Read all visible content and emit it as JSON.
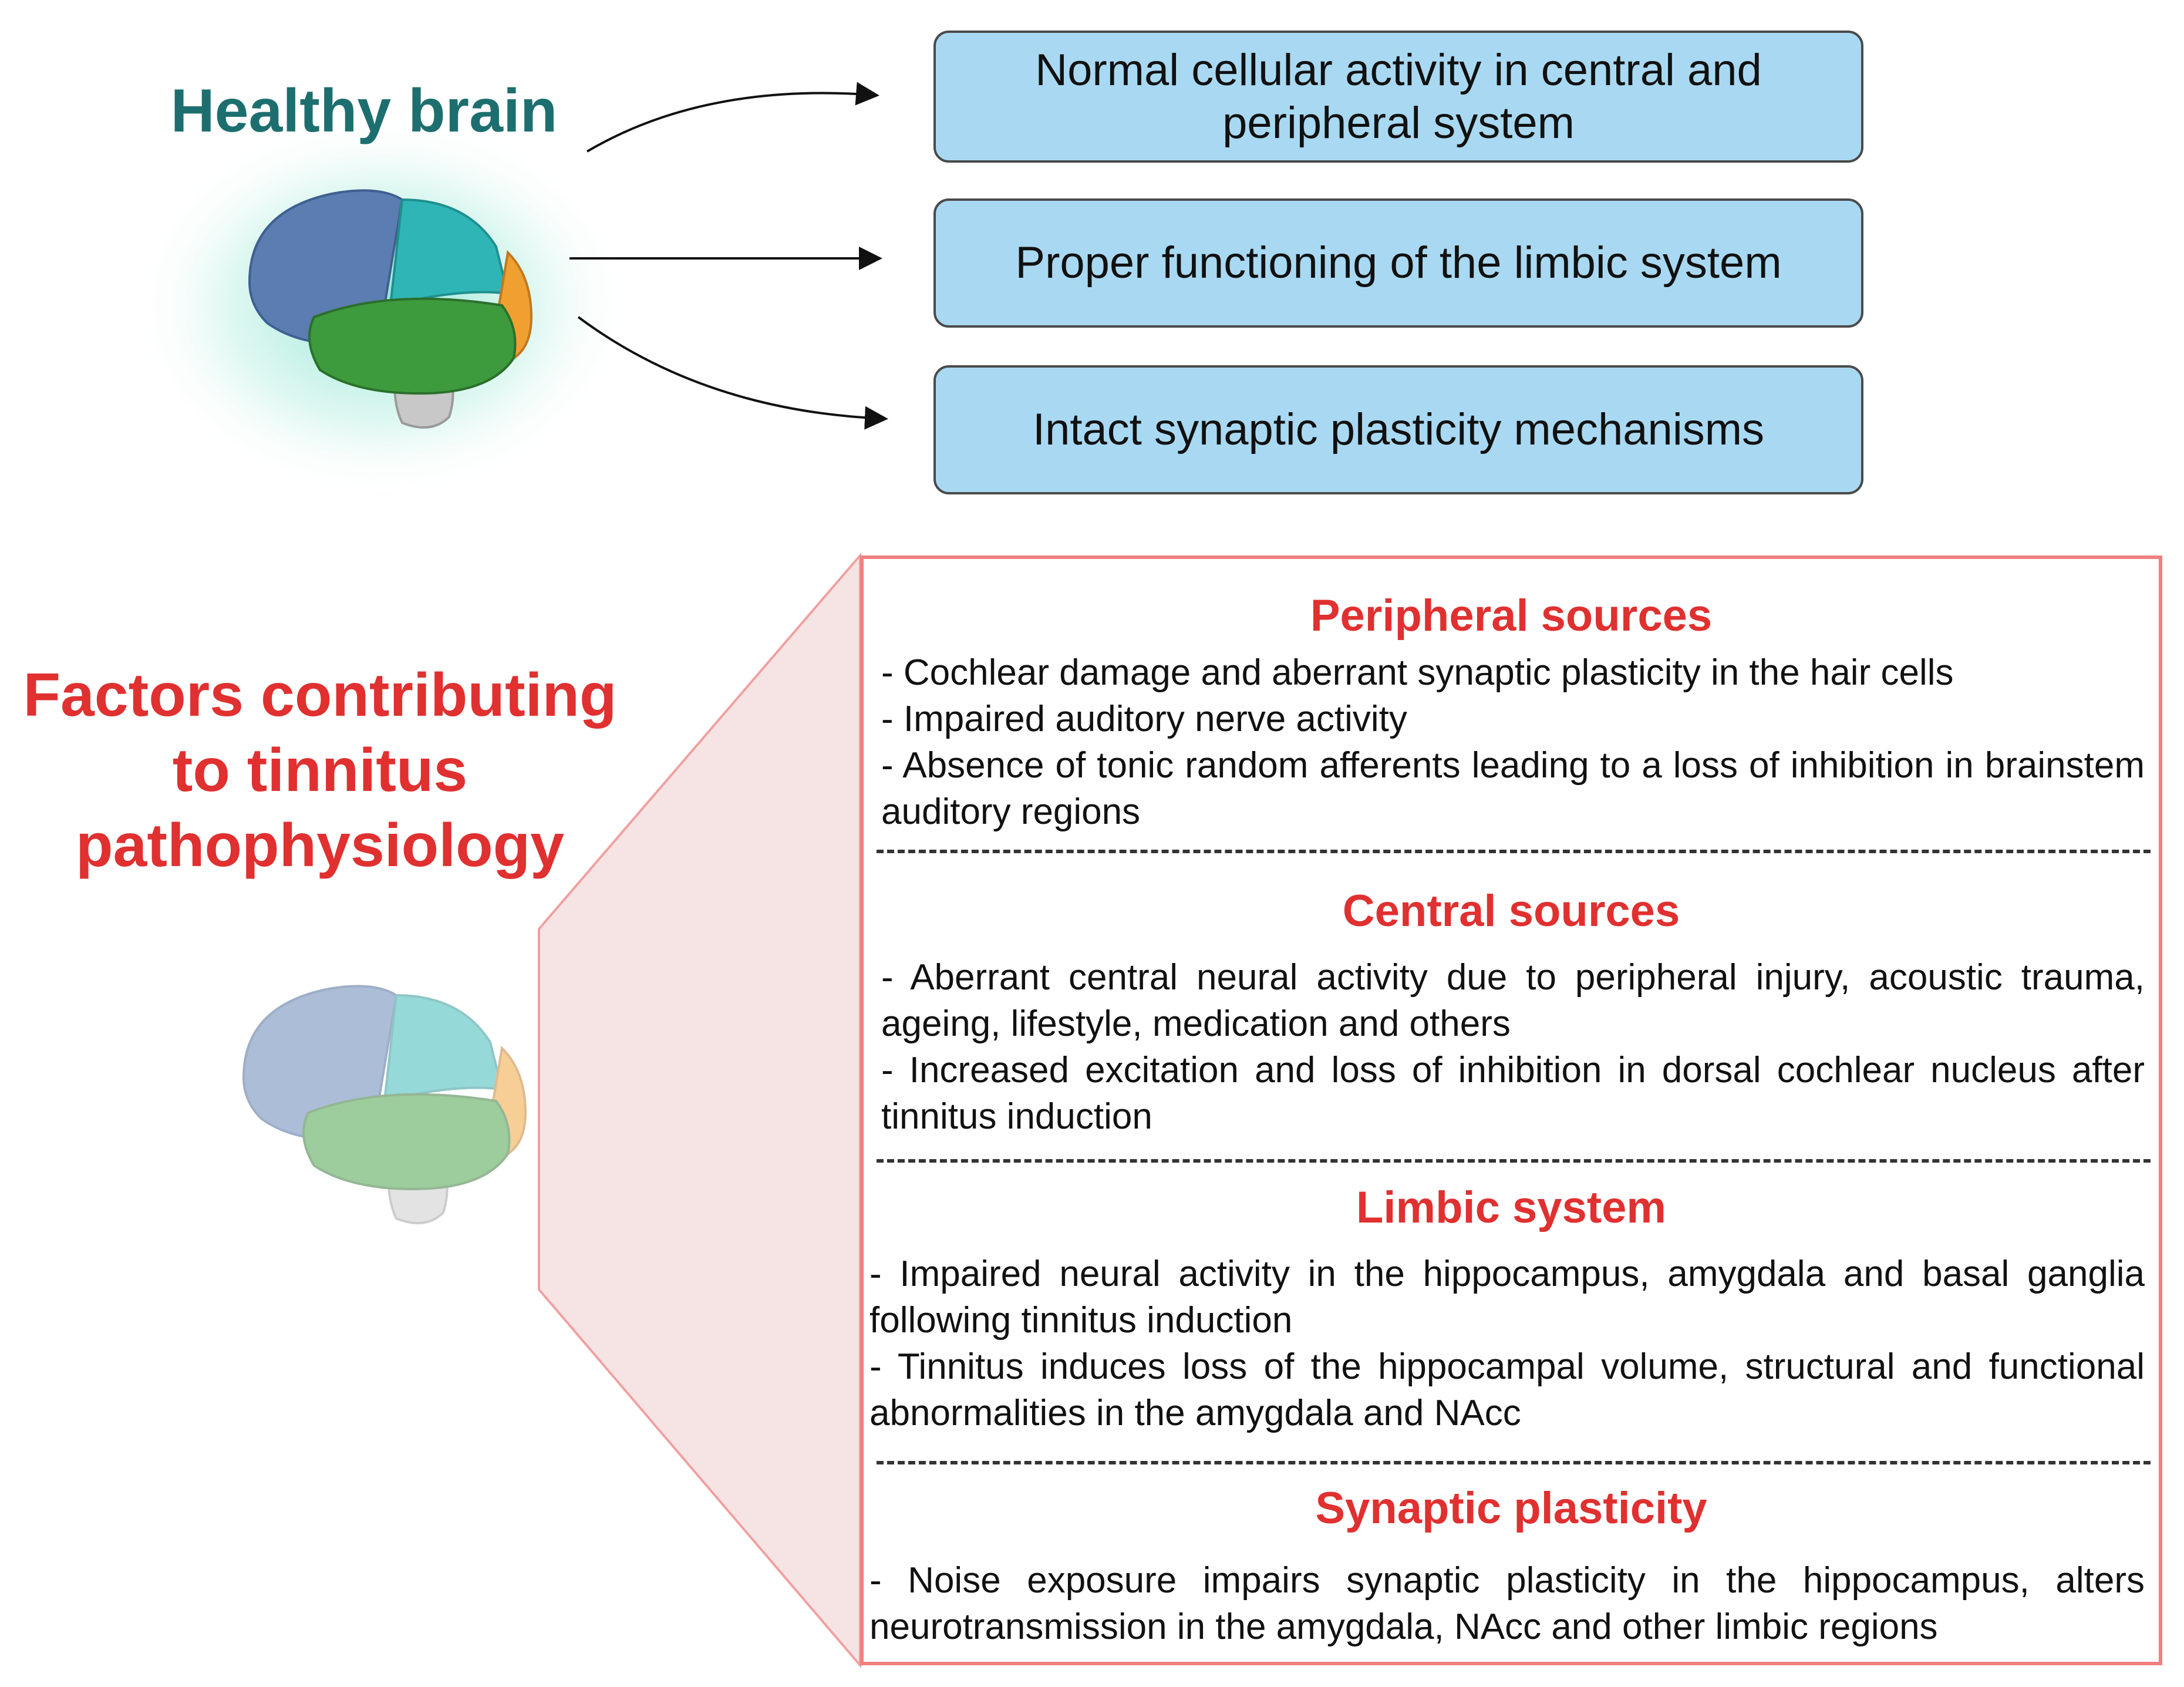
{
  "healthy": {
    "title": "Healthy brain",
    "boxes": [
      {
        "label": "Normal cellular activity in central and peripheral system"
      },
      {
        "label": "Proper functioning of the limbic system"
      },
      {
        "label": "Intact synaptic plasticity mechanisms"
      }
    ],
    "box_color": "#a9d9f2"
  },
  "factors": {
    "title_lines": [
      "Factors contributing",
      "to tinnitus",
      "pathophysiology"
    ],
    "title_color": "#e03030",
    "sections": [
      {
        "title": "Peripheral sources",
        "items": [
          "- Cochlear damage and aberrant synaptic plasticity in the hair cells",
          "- Impaired auditory nerve activity",
          "- Absence of tonic random afferents leading to a loss of inhibition in brainstem auditory regions"
        ]
      },
      {
        "title": "Central sources",
        "items": [
          "- Aberrant central neural activity due to peripheral injury, acoustic trauma, ageing, lifestyle, medication and others",
          "- Increased excitation and loss of inhibition in dorsal cochlear nucleus after tinnitus induction"
        ]
      },
      {
        "title": "Limbic system",
        "items": [
          "- Impaired neural activity in the hippocampus, amygdala and basal ganglia following tinnitus induction",
          "- Tinnitus induces loss of the hippocampal volume, structural and functional abnormalities in the amygdala and NAcc"
        ]
      },
      {
        "title": "Synaptic plasticity",
        "items": [
          "- Noise exposure impairs synaptic plasticity in the hippocampus, alters neurotransmission in the amygdala, NAcc and other limbic regions"
        ]
      }
    ]
  },
  "colors": {
    "healthy_title": "#1d6f6f",
    "accent_red": "#e03030",
    "panel_border": "#f08080",
    "brain_frontal": "#5b7db1",
    "brain_parietal": "#2fb5b5",
    "brain_temporal": "#3d9a3d",
    "brain_occipital": "#f0a030",
    "brain_cerebellum": "#c8c8c8"
  },
  "icons": [
    "brain-icon-healthy",
    "brain-icon-faded"
  ]
}
